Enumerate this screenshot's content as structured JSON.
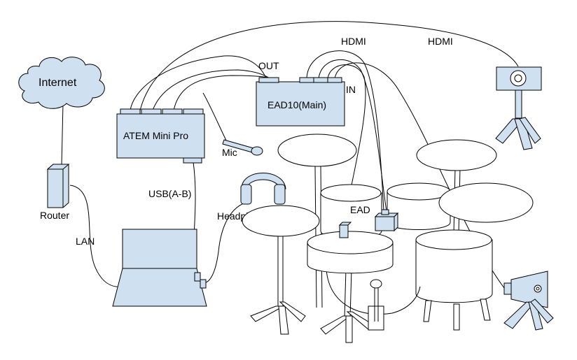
{
  "labels": {
    "internet": "Internet",
    "router": "Router",
    "lan": "LAN",
    "atem": "ATEM Mini Pro",
    "usb": "USB(A-B)",
    "mic": "Mic",
    "headphone": "Headphone",
    "ead_main": "EAD10(Main)",
    "out": "OUT",
    "in": "IN",
    "hdmi1": "HDMI",
    "hdmi2": "HDMI",
    "ead": "EAD"
  },
  "colors": {
    "device_fill": "#cfe0f1",
    "stroke": "#000000",
    "background": "#ffffff"
  },
  "icons": [
    "cloud-icon",
    "router-icon",
    "laptop-icon",
    "mic-icon",
    "headphone-icon",
    "camera-icon",
    "side-camera-icon",
    "tripod-icon"
  ]
}
